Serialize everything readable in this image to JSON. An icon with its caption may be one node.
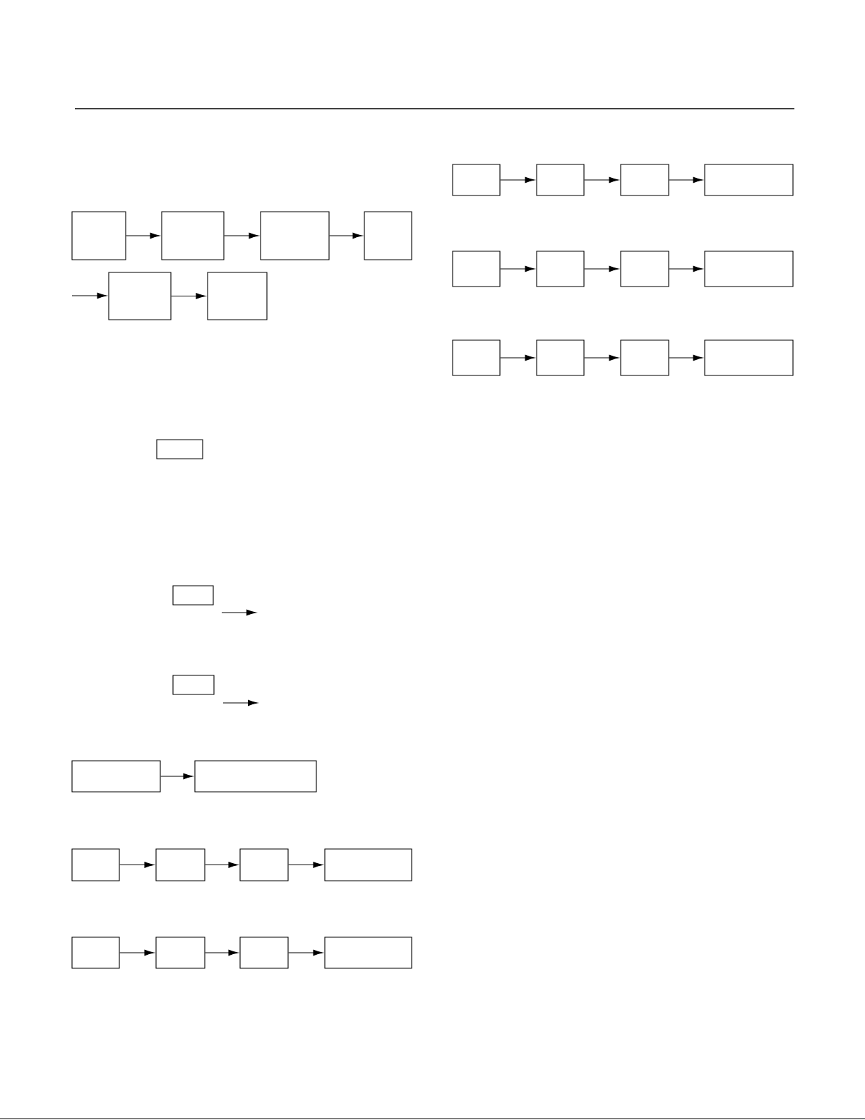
{
  "diagram": {
    "nodes": [
      {
        "text": [],
        "shape": "box"
      },
      {
        "text": [],
        "shape": "box"
      },
      {
        "text": [],
        "shape": "box"
      },
      {
        "text": [],
        "shape": "box"
      },
      {
        "text": [],
        "shape": "box"
      },
      {
        "text": [],
        "shape": "box"
      },
      {
        "text": [],
        "shape": "box"
      },
      {
        "text": [],
        "shape": "box"
      },
      {
        "text": [],
        "shape": "box"
      },
      {
        "text": [],
        "shape": "box"
      },
      {
        "text": [],
        "shape": "box"
      },
      {
        "text": [],
        "shape": "box"
      },
      {
        "text": [],
        "shape": "box"
      },
      {
        "text": [],
        "shape": "box"
      },
      {
        "text": [],
        "shape": "box"
      },
      {
        "text": [],
        "shape": "box"
      },
      {
        "text": [],
        "shape": "box"
      },
      {
        "text": [],
        "shape": "box"
      },
      {
        "text": [],
        "shape": "box"
      },
      {
        "text": [],
        "shape": "box"
      },
      {
        "text": [],
        "shape": "box"
      },
      {
        "text": [],
        "shape": "box"
      },
      {
        "text": [],
        "shape": "box"
      },
      {
        "text": [],
        "shape": "box"
      },
      {
        "text": [],
        "shape": "box"
      },
      {
        "text": [],
        "shape": "box"
      },
      {
        "text": [],
        "shape": "box"
      },
      {
        "text": [],
        "shape": "box"
      },
      {
        "text": [],
        "shape": "box"
      },
      {
        "text": [],
        "shape": "box"
      },
      {
        "text": [],
        "shape": "box"
      }
    ],
    "edges": [
      {
        "from": 0,
        "to": 1,
        "arrow": "to"
      },
      {
        "from": 1,
        "to": 2,
        "arrow": "to"
      },
      {
        "from": 2,
        "to": 3,
        "arrow": "to"
      },
      {
        "from": null,
        "to": 4,
        "arrow": "to"
      },
      {
        "from": 4,
        "to": 5,
        "arrow": "to"
      },
      {
        "from": 6,
        "to": 7,
        "arrow": "to"
      },
      {
        "from": 7,
        "to": 8,
        "arrow": "to"
      },
      {
        "from": 8,
        "to": 9,
        "arrow": "to"
      },
      {
        "from": 10,
        "to": 11,
        "arrow": "to"
      },
      {
        "from": 11,
        "to": 12,
        "arrow": "to"
      },
      {
        "from": 12,
        "to": 13,
        "arrow": "to"
      },
      {
        "from": 14,
        "to": 15,
        "arrow": "to"
      },
      {
        "from": 15,
        "to": 16,
        "arrow": "to"
      },
      {
        "from": 16,
        "to": 17,
        "arrow": "to"
      },
      {
        "from": 21,
        "to": 22,
        "arrow": "to"
      },
      {
        "from": 23,
        "to": 24,
        "arrow": "to"
      },
      {
        "from": 24,
        "to": 25,
        "arrow": "to"
      },
      {
        "from": 25,
        "to": 26,
        "arrow": "to"
      },
      {
        "from": 27,
        "to": 28,
        "arrow": "to"
      },
      {
        "from": 28,
        "to": 29,
        "arrow": "to"
      },
      {
        "from": 29,
        "to": 30,
        "arrow": "to"
      }
    ]
  }
}
